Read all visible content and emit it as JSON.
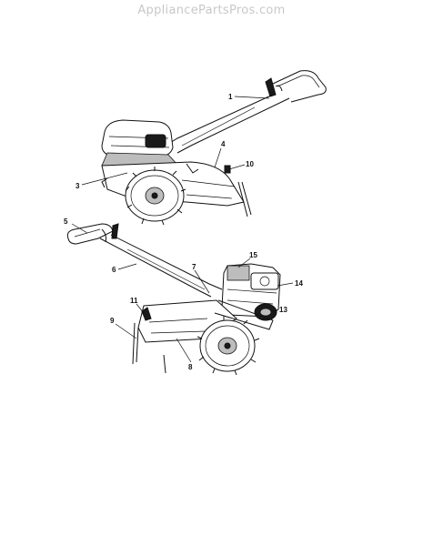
{
  "watermark": {
    "text": "AppliancePartsPros.com"
  },
  "diagram": {
    "colors": {
      "line": "#111111",
      "watermark": "#c8c8c8",
      "background": "#ffffff"
    },
    "callouts": [
      {
        "id": "c1",
        "label": "1"
      },
      {
        "id": "c3",
        "label": "3"
      },
      {
        "id": "c4",
        "label": "4"
      },
      {
        "id": "c10",
        "label": "10"
      },
      {
        "id": "c5",
        "label": "5"
      },
      {
        "id": "c6",
        "label": "6"
      },
      {
        "id": "c7",
        "label": "7"
      },
      {
        "id": "c15",
        "label": "15"
      },
      {
        "id": "c14",
        "label": "14"
      },
      {
        "id": "c13",
        "label": "13"
      },
      {
        "id": "c11",
        "label": "11"
      },
      {
        "id": "c9",
        "label": "9"
      },
      {
        "id": "c8",
        "label": "8"
      }
    ]
  }
}
